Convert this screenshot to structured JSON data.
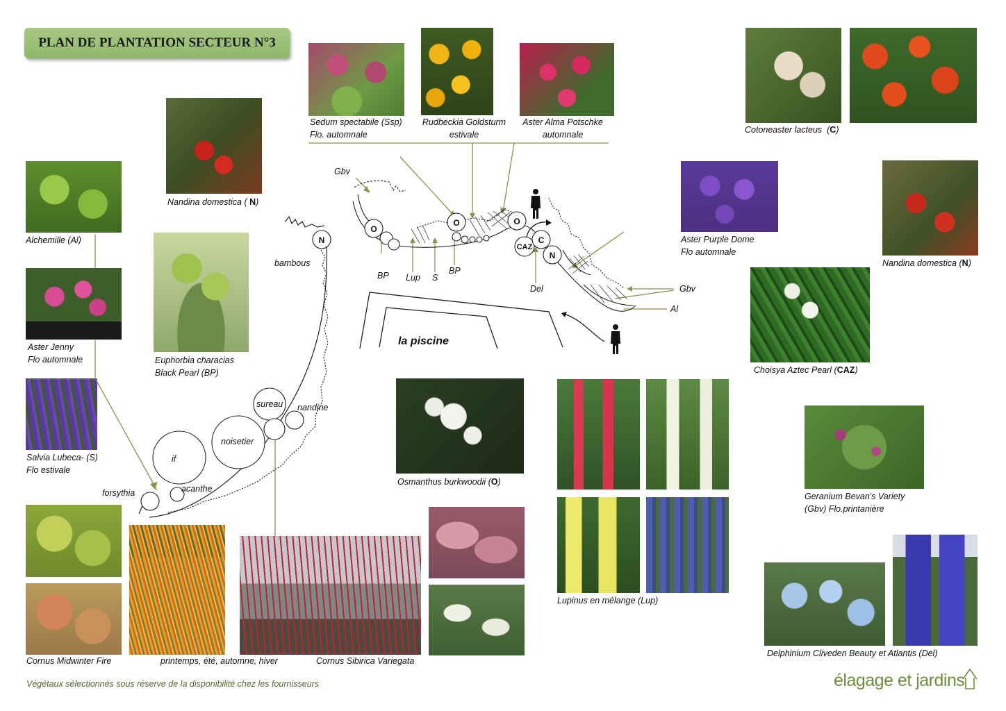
{
  "title": "PLAN DE PLANTATION SECTEUR N°3",
  "plants": {
    "sedum": {
      "line1": "Sedum spectabile (Ssp)",
      "line2": "Flo. automnale"
    },
    "rudbeckia": {
      "line1": "Rudbeckia Goldsturm",
      "line2": "estivale"
    },
    "aster_alma": {
      "line1": "Aster Alma Potschke",
      "line2": "automnale"
    },
    "cotoneaster": {
      "name": "Cotoneaster lacteus",
      "code": "C"
    },
    "nandina_left": {
      "name": "Nandina domestica (",
      "code": "N",
      "close": ")"
    },
    "nandina_right": {
      "name": "Nandina domestica (",
      "code": "N",
      "close": ")"
    },
    "aster_purple": {
      "line1": "Aster Purple Dome",
      "line2": "Flo automnale"
    },
    "alchemille": {
      "name": "Alchemille  (Al)"
    },
    "aster_jenny": {
      "line1": "Aster Jenny",
      "line2": "Flo automnale"
    },
    "euphorbia": {
      "line1": "Euphorbia characias",
      "line2": "Black Pearl  (BP)"
    },
    "salvia": {
      "line1": "Salvia Lubeca- (S)",
      "line2": "Flo estivale"
    },
    "choisya": {
      "name": "Choisya Aztec Pearl (",
      "code": "CAZ",
      "close": ")"
    },
    "osmanthus": {
      "name": "Osmanthus burkwoodii (",
      "code": "O",
      "close": ")"
    },
    "lupinus": {
      "name": "Lupinus en mélange (Lup)"
    },
    "geranium": {
      "line1": "Geranium Bevan's Variety",
      "line2": "(Gbv)   Flo.printanière"
    },
    "cornus_mw": {
      "name": "Cornus Midwinter Fire"
    },
    "seasons": {
      "name": "printemps, été, automne, hiver"
    },
    "cornus_sib": {
      "name": "Cornus Sibirica Variegata"
    },
    "delphinium": {
      "name": "Delphinium Cliveden Beauty et Atlantis  (Del)"
    }
  },
  "plan_labels": {
    "gbv_left": "Gbv",
    "gbv_right": "Gbv",
    "al": "Al",
    "bp1": "BP",
    "lup": "Lup",
    "s": "S",
    "bp2": "BP",
    "del": "Del",
    "o1": "O",
    "o2": "O",
    "o3": "O",
    "caz": "CAZ",
    "c": "C",
    "n1": "N",
    "n2": "N",
    "bambous": "bambous",
    "pool": "la piscine",
    "sureau": "sureau",
    "nandine": "nandine",
    "noisetier": "noisetier",
    "if": "if",
    "acanthe": "acanthe",
    "forsythia": "forsythia"
  },
  "footer": "Végétaux sélectionnés sous réserve de la disponibilité chez les fournisseurs",
  "logo": "élagage et jardins",
  "colors": {
    "accent_green": "#6d8f3c",
    "title_bg": "#9dc27a",
    "annotation_line": "#7d9a4a"
  }
}
